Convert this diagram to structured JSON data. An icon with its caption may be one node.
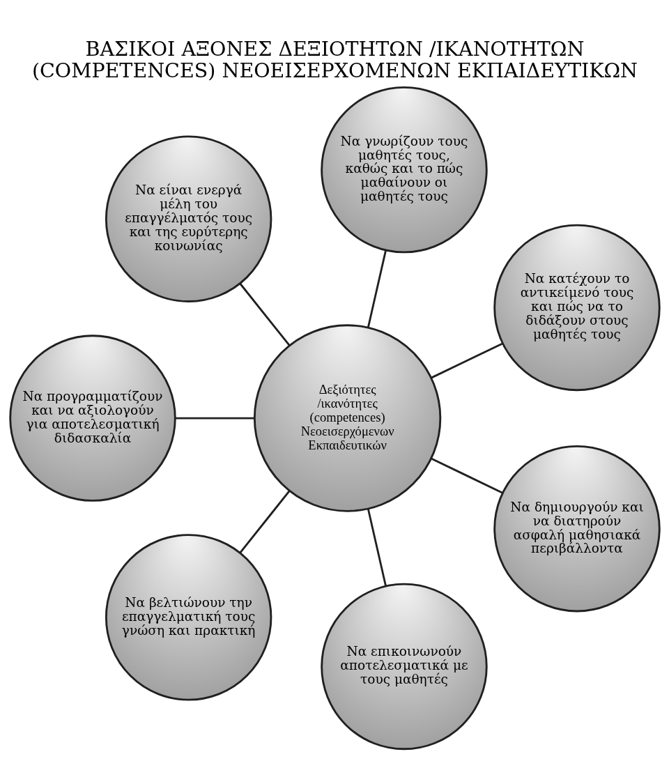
{
  "diagram": {
    "title": "ΒΑΣΙΚΟΙ ΑΞΟΝΕΣ ΔΕΞΙΟΤΗΤΩΝ /ΙΚΑΝΟΤΗΤΩΝ (COMPETENCES) ΝΕΟΕΙΣΕΡΧΟΜΕΝΩΝ ΕΚΠΑΙΔΕΥΤΙΚΩΝ",
    "nodes": [
      {
        "text": [
          "Να κατέχουν το αντικείμενό τους και πώς να το διδάξουν στους μαθητές τους"
        ]
      },
      {
        "text": [
          "Να γνωρίζουν τους μαθητές τους, καθώς και το πώς μαθαίνουν οι μαθητές τους"
        ]
      },
      {
        "text": [
          "Να είναι ενεργά μέλη του επαγγέλματός τους και της ευρύτερης κοινωνίας"
        ]
      },
      {
        "text": [
          "Δεξιότητες /ικανότητες (competences) Νεοεισερχόμενων Εκπαιδευτικών"
        ]
      },
      {
        "text": [
          "Να προγραμματίζουν και να αξιολογούν για αποτελεσματική διδασκαλία"
        ]
      },
      {
        "text": [
          "Να βελτιώνουν την επαγγελματική τους γνώση και πρακτική"
        ]
      },
      {
        "text": [
          "Να επικοινωνούν αποτελεσματικά με τους μαθητές"
        ]
      },
      {
        "text": [
          "Να δημιουργούν και να διατηρούν ασφαλή μαθησιακά περιβάλλοντα"
        ]
      }
    ],
    "edges": [
      {
        "from": 3,
        "to": 0,
        "arrow": "none"
      },
      {
        "from": 3,
        "to": 1,
        "arrow": "none"
      },
      {
        "from": 3,
        "to": 2,
        "arrow": "none"
      },
      {
        "from": 3,
        "to": 4,
        "arrow": "none"
      },
      {
        "from": 3,
        "to": 5,
        "arrow": "none"
      },
      {
        "from": 3,
        "to": 6,
        "arrow": "none"
      },
      {
        "from": 3,
        "to": 7,
        "arrow": "none"
      }
    ]
  }
}
